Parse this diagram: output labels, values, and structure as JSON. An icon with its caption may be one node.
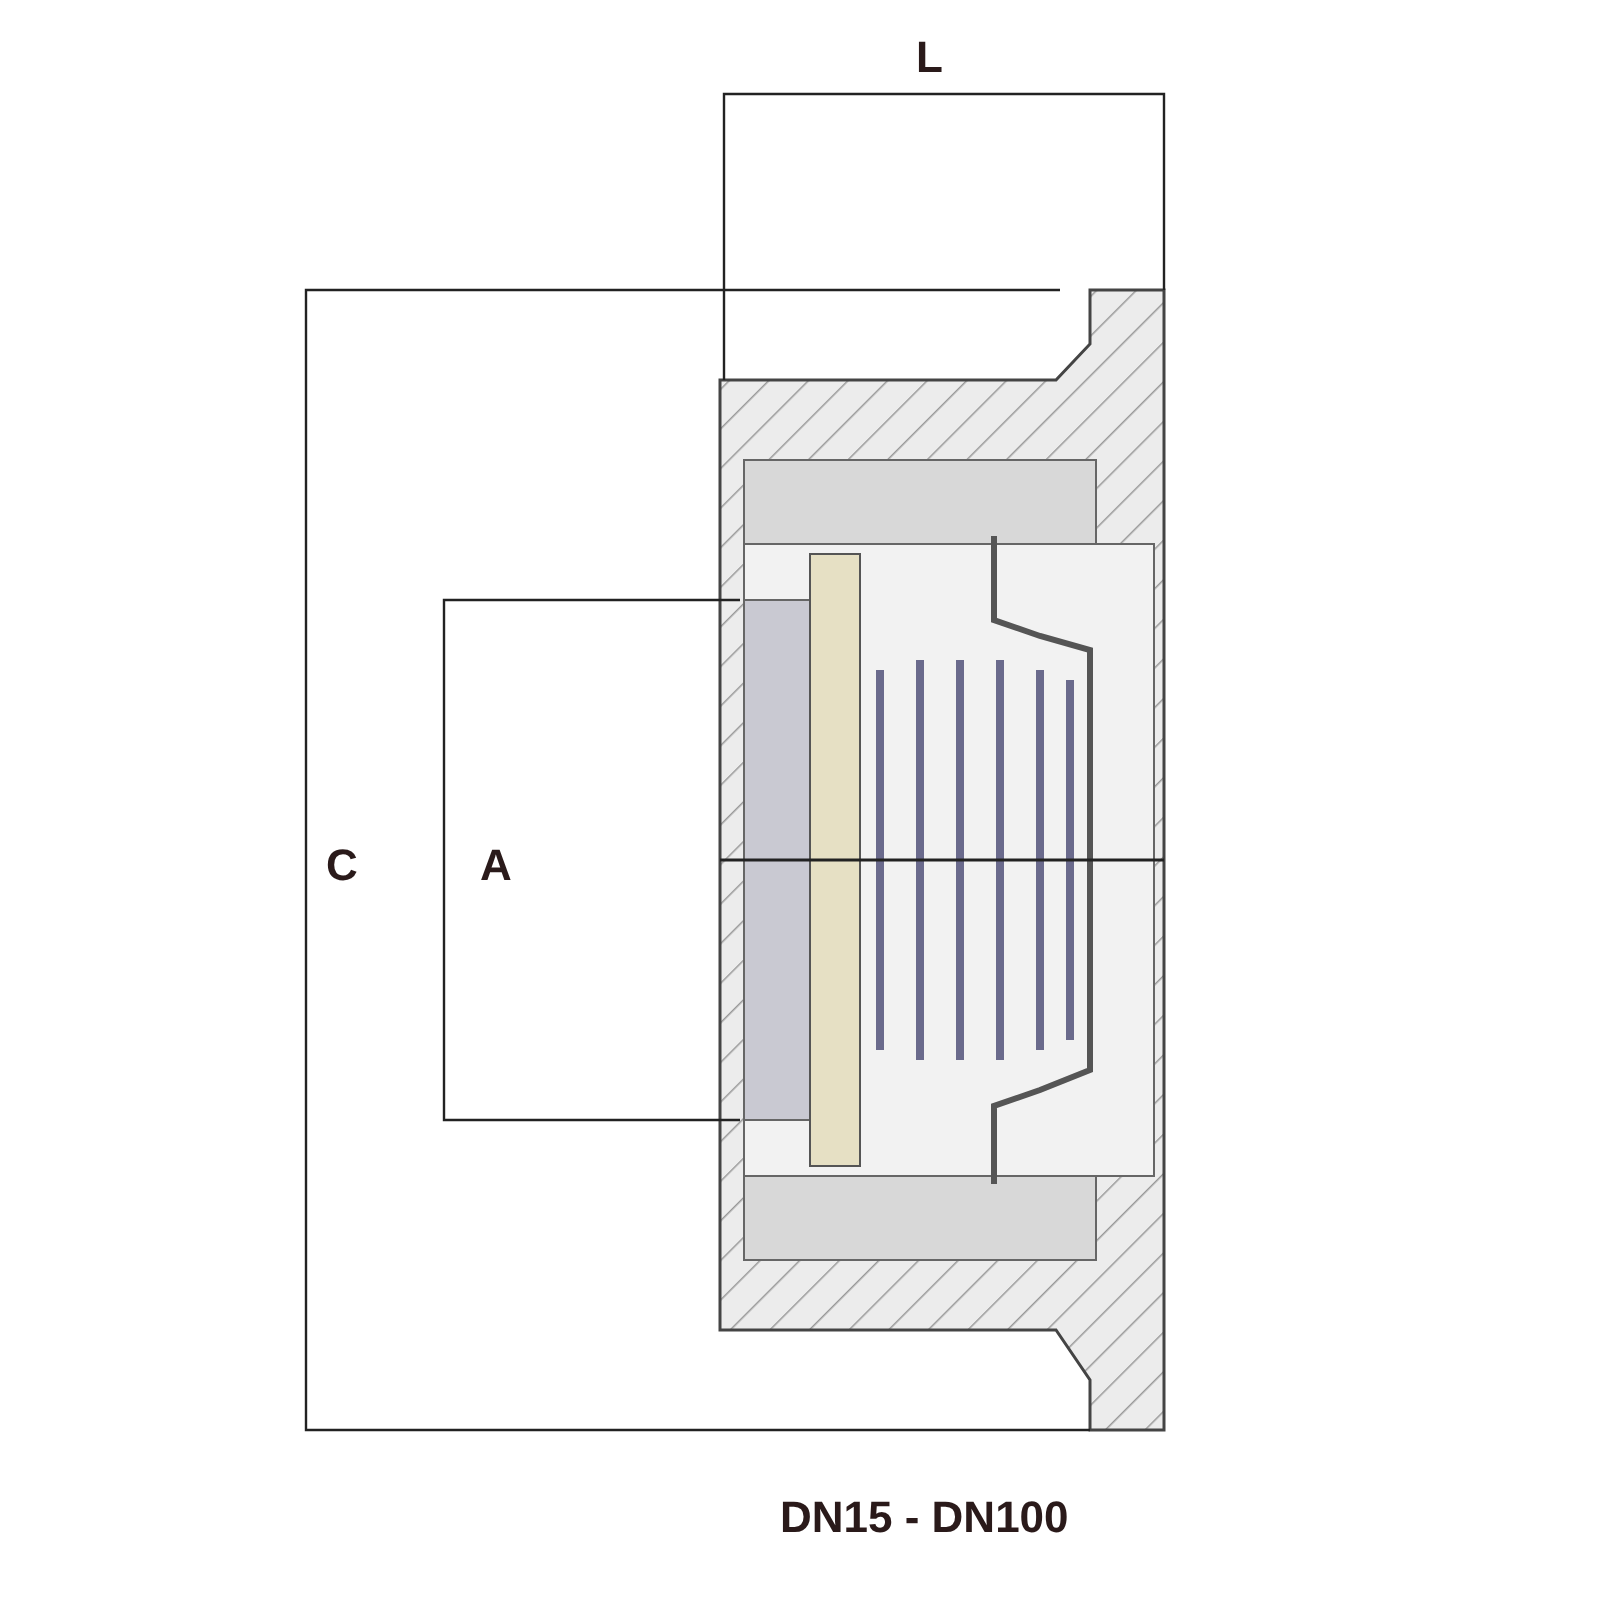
{
  "diagram": {
    "caption": "DN15 - DN100",
    "labels": [
      "L",
      "C",
      "A"
    ]
  }
}
